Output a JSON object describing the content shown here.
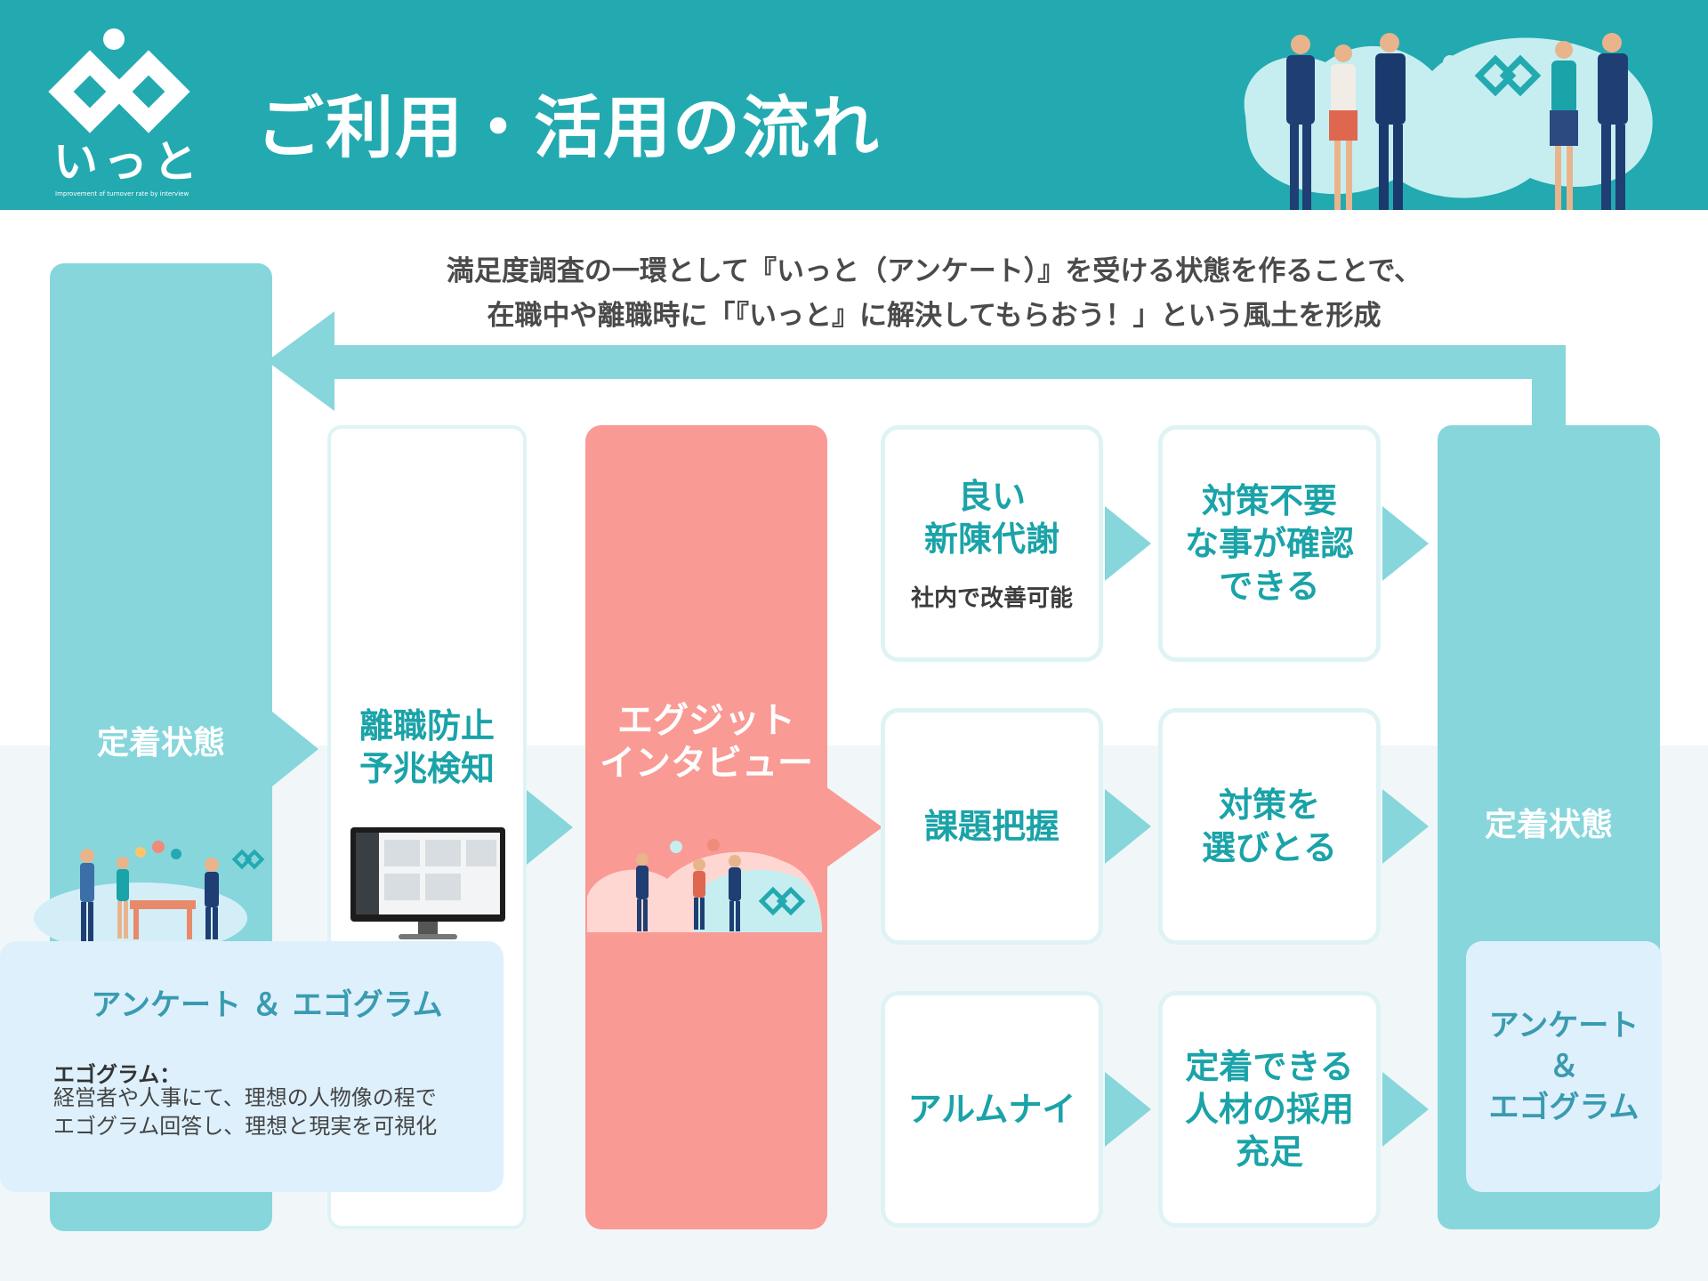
{
  "header": {
    "title": "ご利用・活用の流れ",
    "logo_text": "いっと",
    "logo_tagline": "Improvement of turnover rate by interview",
    "bg_color": "#22aab0"
  },
  "caption": {
    "line1": "満足度調査の一環として『いっと（アンケート）』を受ける状態を作ることで、",
    "line2": "在職中や離職時に「『いっと』に解決してもらおう！」という風土を形成"
  },
  "left_column": {
    "label": "定着状態",
    "color": "#86d6dc"
  },
  "prevention": {
    "line1": "離職防止",
    "line2": "予兆検知"
  },
  "exit_interview": {
    "line1": "エグジット",
    "line2": "インタビュー",
    "color": "#f99a94"
  },
  "rows": [
    {
      "step": {
        "lines": [
          "良い",
          "新陳代謝"
        ],
        "sub": "社内で改善可能"
      },
      "result": {
        "lines": [
          "対策不要",
          "な事が確認",
          "できる"
        ]
      }
    },
    {
      "step": {
        "lines": [
          "課題把握"
        ],
        "sub": ""
      },
      "result": {
        "lines": [
          "対策を",
          "選びとる"
        ]
      }
    },
    {
      "step": {
        "lines": [
          "アルムナイ"
        ],
        "sub": ""
      },
      "result": {
        "lines": [
          "定着できる",
          "人材の採用",
          "充足"
        ]
      }
    }
  ],
  "right_column": {
    "label": "定着状態"
  },
  "survey_left": {
    "title": "アンケート ＆ エゴグラム",
    "sub_title": "エゴグラム：",
    "desc_line1": "経営者や人事にて、理想の人物像の程で",
    "desc_line2": "エゴグラム回答し、理想と現実を可視化"
  },
  "survey_right": {
    "line1": "アンケート",
    "line2": "＆",
    "line3": "エゴグラム"
  },
  "icons": {
    "logo": "itto-infinity-logo-icon",
    "people": "business-people-illustration",
    "monitor": "monitor-icon"
  }
}
